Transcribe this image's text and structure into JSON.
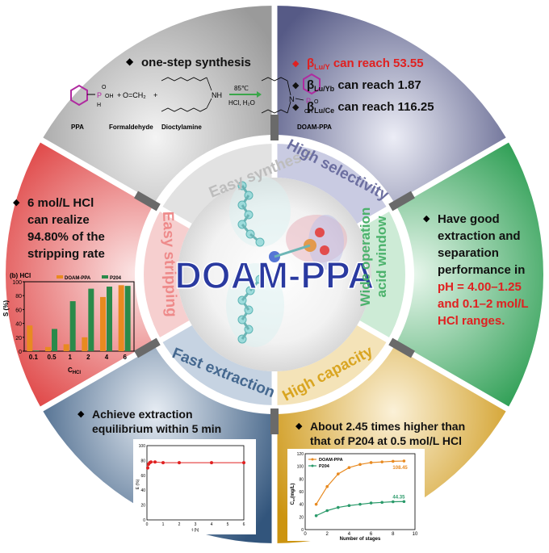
{
  "center": {
    "title": "DOAM-PPA"
  },
  "segments": {
    "synthesis": {
      "label": "Easy synthesis",
      "bullet": "one-step synthesis",
      "reaction": {
        "ppa": "PPA",
        "formaldehyde": "Formaldehyde",
        "dioctylamine": "Dioctylamine",
        "product": "DOAM-PPA",
        "formaldehyde_formula": "O=CH₂",
        "temperature": "85℃",
        "conditions": "HCl, H₂O",
        "p_label": "P",
        "oh_label": "OH",
        "o_label": "O",
        "nh_label": "NH",
        "n_label": "N",
        "h_label": "H",
        "plus": "+"
      }
    },
    "selectivity": {
      "label": "High selectivity",
      "bullets": [
        {
          "beta": "β",
          "sub": "Lu/Y",
          "text": " can reach 53.55",
          "highlight": true
        },
        {
          "beta": "β",
          "sub": "Lu/Yb",
          "text": " can reach 1.87",
          "highlight": false
        },
        {
          "beta": "β",
          "sub": "Lu/Ce",
          "text": " can reach 116.25",
          "highlight": false
        }
      ]
    },
    "acid_window": {
      "label_line1": "Wide operation",
      "label_line2": "acid window",
      "lines": [
        "Have good",
        "extraction and",
        "separation",
        "performance in"
      ],
      "red_lines": [
        "pH = 4.00–1.25",
        "and 0.1–2 mol/L",
        "HCl ranges."
      ]
    },
    "capacity": {
      "label": "High capacity",
      "bullet_line1": "About 2.45 times higher than",
      "bullet_line2": "that of P204 at 0.5 mol/L HCl"
    },
    "extraction": {
      "label": "Fast extraction",
      "bullet_line1": "Achieve extraction",
      "bullet_line2": "equilibrium within 5 min"
    },
    "stripping": {
      "label": "Easy stripping",
      "lines": [
        "6 mol/L HCl",
        "can realize",
        "94.80% of the",
        "stripping rate"
      ]
    }
  },
  "colors": {
    "synthesis": "#9a9a9a",
    "selectivity": "#5a5f8a",
    "acid_window": "#3aa35a",
    "capacity": "#d29a18",
    "extraction": "#3a5f86",
    "stripping": "#e05050",
    "title": "#2a3aa0",
    "red_text": "#e02020"
  },
  "chart_data": [
    {
      "type": "bar",
      "title": "(b) HCl",
      "xlabel": "C",
      "xlabel_sub": "HCl",
      "ylabel": "S (%)",
      "ylim": [
        0,
        100
      ],
      "yticks": [
        "0",
        "20",
        "40",
        "60",
        "80",
        "100"
      ],
      "categories": [
        "0.1",
        "0.5",
        "1",
        "2",
        "4",
        "6"
      ],
      "series": [
        {
          "name": "DOAM-PPA",
          "values": [
            37,
            6,
            10,
            20,
            78,
            95
          ],
          "color": "#e88a20"
        },
        {
          "name": "P204",
          "values": [
            1,
            32,
            72,
            90,
            93,
            94
          ],
          "color": "#2a8a4a"
        }
      ]
    },
    {
      "type": "line",
      "xlabel": "t (h)",
      "ylabel": "E (%)",
      "xlim": [
        0,
        6
      ],
      "ylim": [
        0,
        100
      ],
      "xticks": [
        "0",
        "1",
        "2",
        "3",
        "4",
        "5",
        "6"
      ],
      "yticks": [
        "0",
        "20",
        "40",
        "60",
        "80",
        "100"
      ],
      "series": [
        {
          "x": [
            0.05,
            0.1,
            0.17,
            0.25,
            0.5,
            1,
            2,
            4,
            6
          ],
          "values": [
            70,
            75,
            77,
            78,
            78,
            77,
            77,
            77,
            77
          ],
          "color": "#e02020"
        }
      ]
    },
    {
      "type": "line",
      "xlabel": "Number of stages",
      "ylabel": "C",
      "ylabel_sub": "or",
      "ylabel_unit": "(mg/L)",
      "xlim": [
        0,
        10
      ],
      "ylim": [
        0,
        120
      ],
      "xticks": [
        "0",
        "2",
        "4",
        "6",
        "8",
        "10"
      ],
      "yticks": [
        "0",
        "20",
        "40",
        "60",
        "80",
        "100",
        "120"
      ],
      "series": [
        {
          "name": "DOAM-PPA",
          "x": [
            1,
            2,
            3,
            4,
            5,
            6,
            7,
            8,
            9
          ],
          "values": [
            40,
            68,
            88,
            98,
            103,
            106,
            107,
            108,
            108.45
          ],
          "color": "#e88a20",
          "end_label": "108.45"
        },
        {
          "name": "P204",
          "x": [
            1,
            2,
            3,
            4,
            5,
            6,
            7,
            8,
            9
          ],
          "values": [
            22,
            30,
            35,
            38,
            40,
            42,
            43,
            44,
            44.35
          ],
          "color": "#2a9a6a",
          "end_label": "44.35"
        }
      ]
    }
  ]
}
